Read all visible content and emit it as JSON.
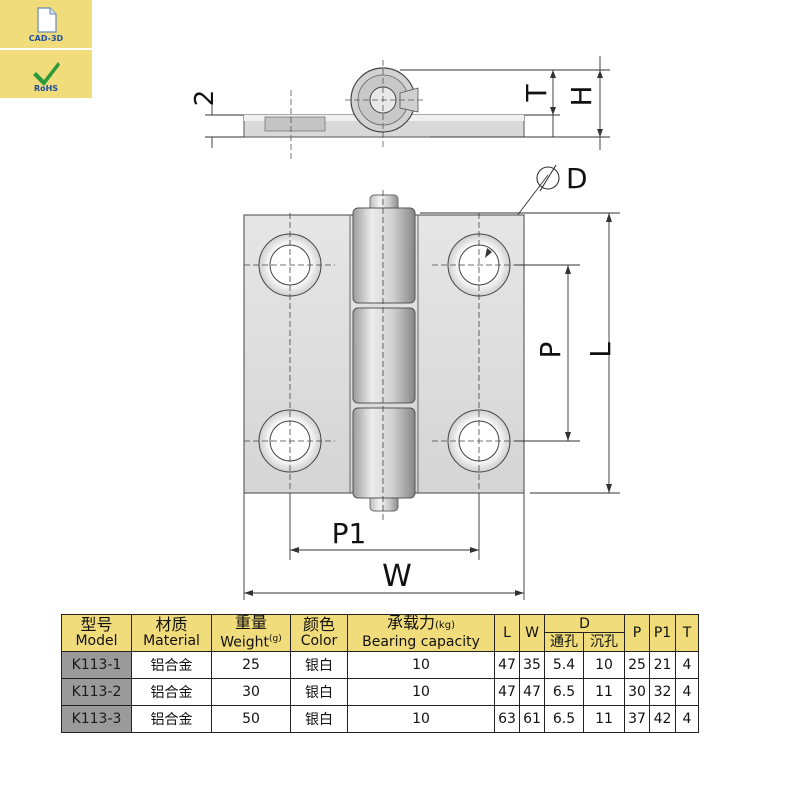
{
  "badges": {
    "cad_label": "CAD-3D",
    "rohs_label": "RoHS"
  },
  "dimension_labels": {
    "two": "2",
    "t": "T",
    "h": "H",
    "d": "D",
    "p": "P",
    "l": "L",
    "p1": "P1",
    "w": "W"
  },
  "table": {
    "headers": {
      "model_cn": "型号",
      "model_en": "Model",
      "material_cn": "材质",
      "material_en": "Material",
      "weight_cn": "重量",
      "weight_unit": "(g)",
      "weight_en": "Weight",
      "color_cn": "颜色",
      "color_en": "Color",
      "capacity_cn": "承载力",
      "capacity_unit": "(kg)",
      "capacity_en": "Bearing capacity",
      "l": "L",
      "w": "W",
      "d": "D",
      "d_through": "通孔",
      "d_counter": "沉孔",
      "p": "P",
      "p1": "P1",
      "t": "T"
    },
    "rows": [
      {
        "model": "K113-1",
        "material": "铝合金",
        "weight": "25",
        "color": "银白",
        "capacity": "10",
        "l": "47",
        "w": "35",
        "d_through": "5.4",
        "d_counter": "10",
        "p": "25",
        "p1": "21",
        "t": "4"
      },
      {
        "model": "K113-2",
        "material": "铝合金",
        "weight": "30",
        "color": "银白",
        "capacity": "10",
        "l": "47",
        "w": "47",
        "d_through": "6.5",
        "d_counter": "11",
        "p": "30",
        "p1": "32",
        "t": "4"
      },
      {
        "model": "K113-3",
        "material": "铝合金",
        "weight": "50",
        "color": "银白",
        "capacity": "10",
        "l": "63",
        "w": "61",
        "d_through": "6.5",
        "d_counter": "11",
        "p": "37",
        "p1": "42",
        "t": "4"
      }
    ]
  },
  "colors": {
    "badge_bg": "#f1dc7c",
    "badge_text": "#1f4fa0",
    "check": "#2a9a3a",
    "model_cell": "#9a9a9a"
  }
}
